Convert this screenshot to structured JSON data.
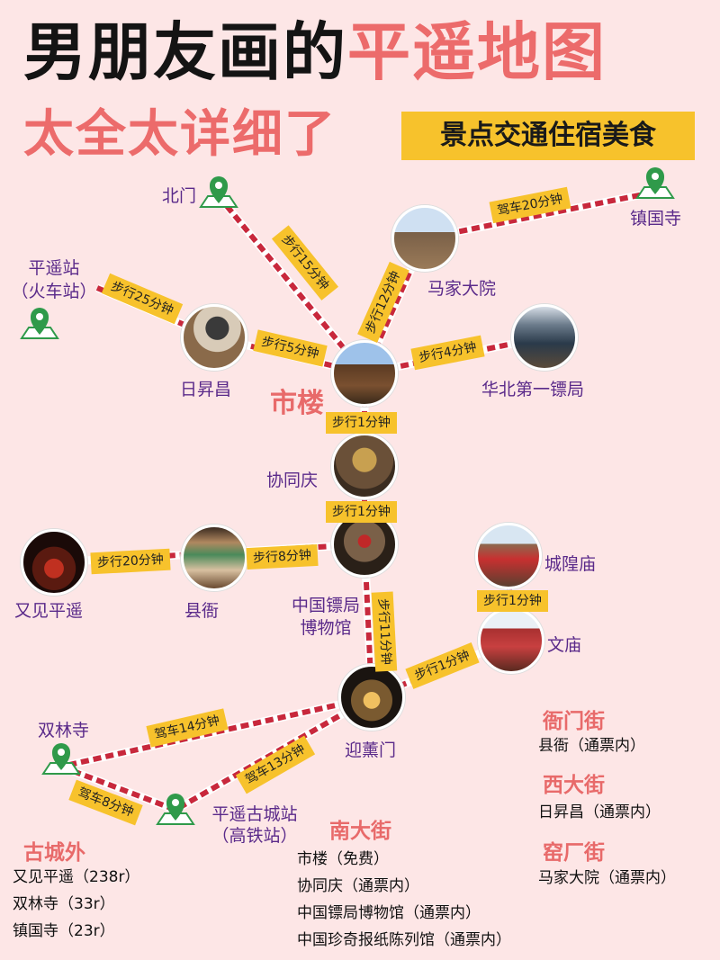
{
  "title": {
    "main": "男朋友画的",
    "highlight": "平遥地图",
    "sub": "太全太详细了",
    "tag": "景点交通住宿美食"
  },
  "places": {
    "beimen": "北门",
    "zhenguosi": "镇国寺",
    "pingyao_station": "平遥站",
    "pingyao_station_note": "（火车站）",
    "majia": "马家大院",
    "rishengchang": "日昇昌",
    "shilou": "市楼",
    "huabei": "华北第一镖局",
    "xietongqing": "协同庆",
    "youjian": "又见平遥",
    "xianya": "县衙",
    "museum_line1": "中国镖局",
    "museum_line2": "博物馆",
    "chenghuang": "城隍庙",
    "wenmiao": "文庙",
    "shuanglin": "双林寺",
    "yingxun": "迎薰门",
    "hsr_line1": "平遥古城站",
    "hsr_line2": "（高铁站）"
  },
  "routes": {
    "beimen_shilou": "步行15分钟",
    "zhenguosi_majia": "驾车20分钟",
    "majia_shilou": "步行12分钟",
    "station_risheng": "步行25分钟",
    "risheng_shilou": "步行5分钟",
    "huabei_shilou": "步行4分钟",
    "shilou_xietong": "步行1分钟",
    "xietong_museum": "步行1分钟",
    "xianya_museum": "步行8分钟",
    "youjian_xianya": "步行20分钟",
    "museum_yingxun": "步行11分钟",
    "chenghuang_wenmiao": "步行1分钟",
    "wenmiao_yingxun": "步行1分钟",
    "shuanglin_yingxun": "驾车14分钟",
    "hsr_yingxun": "驾车13分钟",
    "shuanglin_hsr": "驾车8分钟"
  },
  "outside": {
    "heading": "古城外",
    "items": [
      "又见平遥（238r）",
      "双林寺（33r）",
      "镇国寺（23r）"
    ]
  },
  "nandajie": {
    "heading": "南大街",
    "items": [
      "市楼（免费）",
      "协同庆（通票内）",
      "中国镖局博物馆（通票内）",
      "中国珍奇报纸陈列馆（通票内）"
    ]
  },
  "streets": [
    {
      "heading": "衙门街",
      "item": "县衙（通票内）"
    },
    {
      "heading": "西大街",
      "item": "日昇昌（通票内）"
    },
    {
      "heading": "窑厂街",
      "item": "马家大院（通票内）"
    }
  ],
  "colors": {
    "background": "#fde6e6",
    "accent": "#ec6b6b",
    "label_bg": "#f7c22c",
    "route": "#c8283c",
    "pin": "#2f9a4a",
    "place_text": "#5a2a8a"
  }
}
